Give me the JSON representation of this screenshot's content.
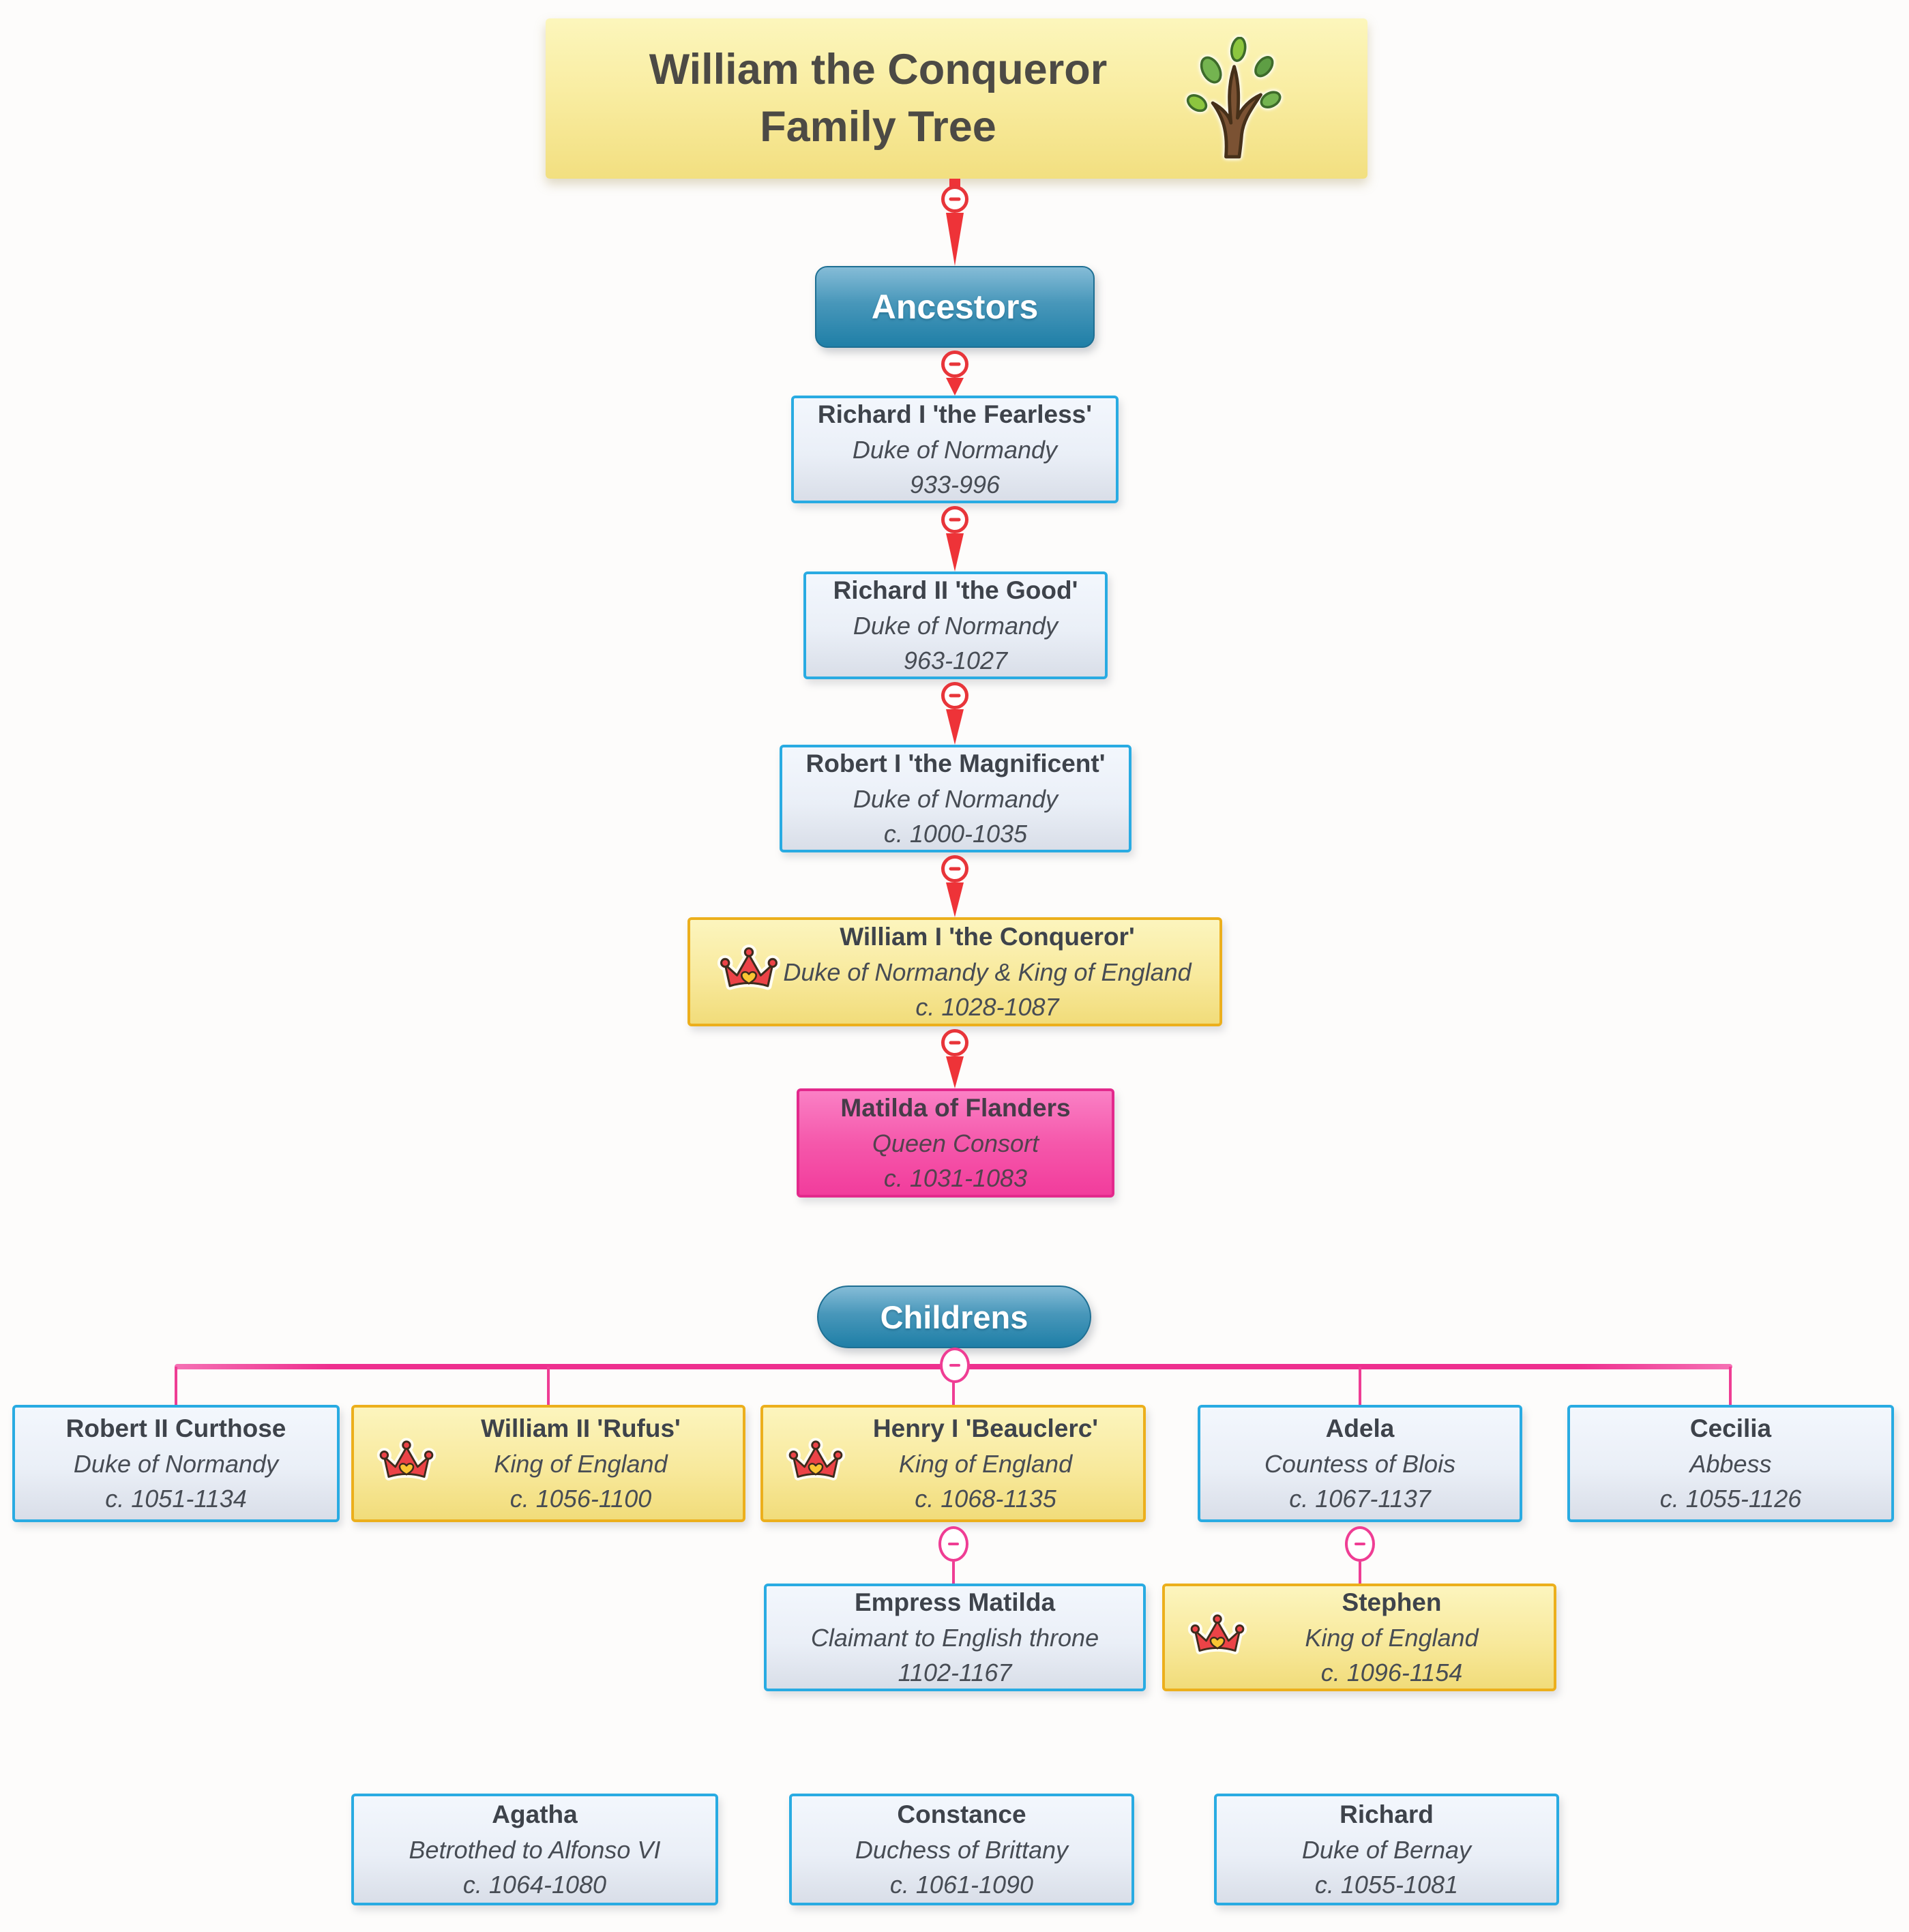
{
  "title": {
    "line1": "William the Conqueror",
    "line2": "Family Tree"
  },
  "sections": {
    "ancestors": "Ancestors",
    "children": "Childrens"
  },
  "ancestors_chain": [
    {
      "name": "Richard I 'the Fearless'",
      "role": "Duke of Normandy",
      "dates": "933-996"
    },
    {
      "name": "Richard II 'the Good'",
      "role": "Duke of Normandy",
      "dates": "963-1027"
    },
    {
      "name": "Robert I 'the Magnificent'",
      "role": "Duke of Normandy",
      "dates": "c. 1000-1035"
    },
    {
      "name": "William I 'the Conqueror'",
      "role": "Duke of Normandy & King of England",
      "dates": "c. 1028-1087",
      "crown": true
    },
    {
      "name": "Matilda of Flanders",
      "role": "Queen Consort",
      "dates": "c. 1031-1083"
    }
  ],
  "children": [
    {
      "name": "Robert II Curthose",
      "role": "Duke of Normandy",
      "dates": "c. 1051-1134"
    },
    {
      "name": "William II 'Rufus'",
      "role": "King of England",
      "dates": "c. 1056-1100",
      "crown": true
    },
    {
      "name": "Henry I 'Beauclerc'",
      "role": "King of England",
      "dates": "c. 1068-1135",
      "crown": true
    },
    {
      "name": "Adela",
      "role": "Countess of Blois",
      "dates": "c. 1067-1137"
    },
    {
      "name": "Cecilia",
      "role": "Abbess",
      "dates": "c. 1055-1126"
    }
  ],
  "grandchildren": [
    {
      "name": "Empress Matilda",
      "role": "Claimant to English throne",
      "dates": "1102-1167"
    },
    {
      "name": "Stephen",
      "role": "King of England",
      "dates": "c. 1096-1154",
      "crown": true
    }
  ],
  "other_children": [
    {
      "name": "Agatha",
      "role": "Betrothed to Alfonso VI",
      "dates": "c. 1064-1080"
    },
    {
      "name": "Constance",
      "role": "Duchess of Brittany",
      "dates": "c. 1061-1090"
    },
    {
      "name": "Richard",
      "role": "Duke of Bernay",
      "dates": "c. 1055-1081"
    }
  ],
  "icons": {
    "tree": "family-tree",
    "crown": "red-crown-with-heart",
    "collapse": "circle-minus"
  },
  "colors": {
    "red_connector": "#EE3338",
    "pink_connector": "#EF3D94",
    "cyan_card_border": "#29ABE2",
    "gold_card_border": "#ECAF1C",
    "pink_card_border": "#E3298C",
    "section_node_blue": "#1F7FA7",
    "banner_yellow": "#F2DF80"
  }
}
